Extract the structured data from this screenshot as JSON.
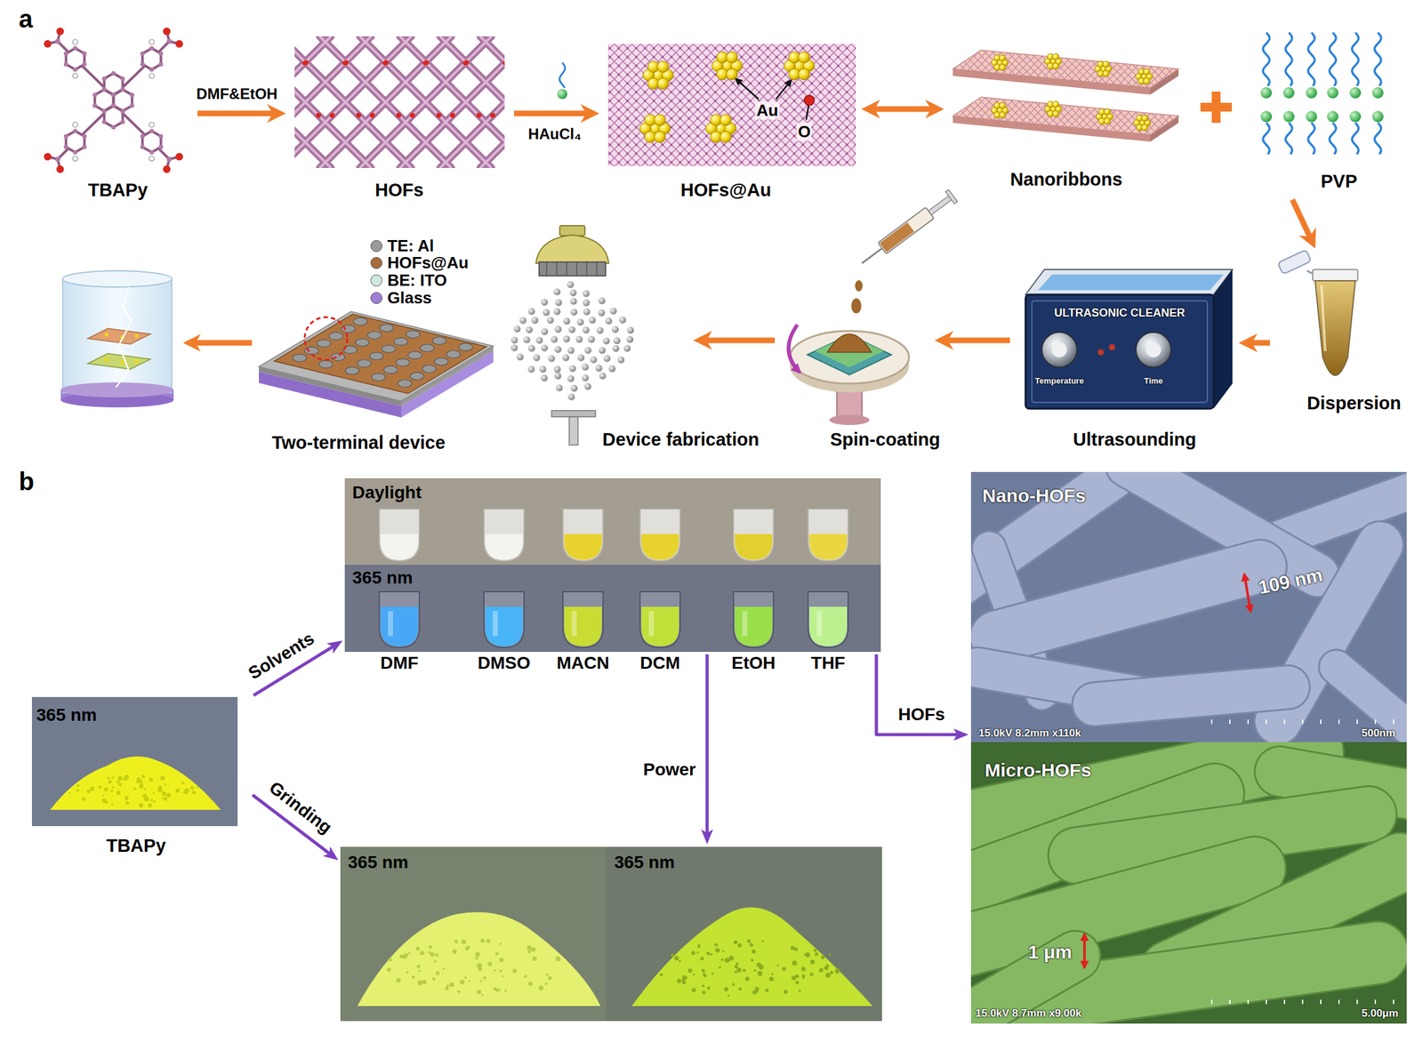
{
  "diagram": {
    "nodes": [
      {
        "text": [
          "TBAPy"
        ]
      },
      {
        "text": [
          "HOFs"
        ]
      },
      {
        "text": [
          "HOFs@Au"
        ]
      },
      {
        "text": [
          "Nanoribbons"
        ]
      },
      {
        "text": [
          "PVP"
        ]
      },
      {
        "text": [
          "Dispersion"
        ]
      },
      {
        "text": [
          "ULTRASONIC CLEANER",
          "Temperature",
          "Time",
          "Ultrasounding"
        ]
      },
      {
        "text": [
          "Spin-coating"
        ]
      },
      {
        "text": [
          "Device fabrication"
        ]
      },
      {
        "text": [
          "Two-terminal device"
        ]
      },
      {
        "text": [
          "365 nm",
          "TBAPy"
        ]
      },
      {
        "text": [
          "Daylight"
        ]
      },
      {
        "text": [
          "365 nm"
        ]
      },
      {
        "text": [
          "365 nm"
        ]
      },
      {
        "text": [
          "365 nm"
        ]
      },
      {
        "text": [
          "Nano-HOFs",
          "109 nm",
          "15.0kV 8.2mm x110k",
          "500nm"
        ]
      },
      {
        "text": [
          "Micro-HOFs",
          "1 μm",
          "15.0kV 8.7mm x9.00k",
          "5.00μm"
        ]
      }
    ],
    "edges": [
      {
        "from": 0,
        "to": 1,
        "label": "DMF&EtOH",
        "arrow": "to"
      },
      {
        "from": 1,
        "to": 2,
        "label": "HAuCl₄",
        "arrow": "to"
      },
      {
        "from": 2,
        "to": 3,
        "arrow": "both"
      },
      {
        "from": 4,
        "to": 5,
        "arrow": "to"
      },
      {
        "from": 5,
        "to": 6,
        "arrow": "to"
      },
      {
        "from": 6,
        "to": 7,
        "arrow": "to"
      },
      {
        "from": 7,
        "to": 8,
        "arrow": "to"
      },
      {
        "from": 10,
        "to": 12,
        "label": "Solvents",
        "arrow": "to"
      },
      {
        "from": 10,
        "to": 13,
        "label": "Grinding",
        "arrow": "to"
      },
      {
        "from": 12,
        "to": 14,
        "label": "Power",
        "arrow": "to"
      },
      {
        "from": 12,
        "to": 15,
        "label": "HOFs",
        "arrow": "to"
      }
    ],
    "labels": [
      "a",
      "Au",
      "O",
      "b",
      "DMF",
      "DMSO",
      "MACN",
      "DCM",
      "EtOH",
      "THF"
    ],
    "legend": [
      {
        "text": "TE: Al",
        "color": "#9a9a9a"
      },
      {
        "text": "HOFs@Au",
        "color": "#a86b3c"
      },
      {
        "text": "BE: ITO",
        "color": "#cfe8de"
      },
      {
        "text": "Glass",
        "color": "#9f7fd6"
      }
    ]
  }
}
